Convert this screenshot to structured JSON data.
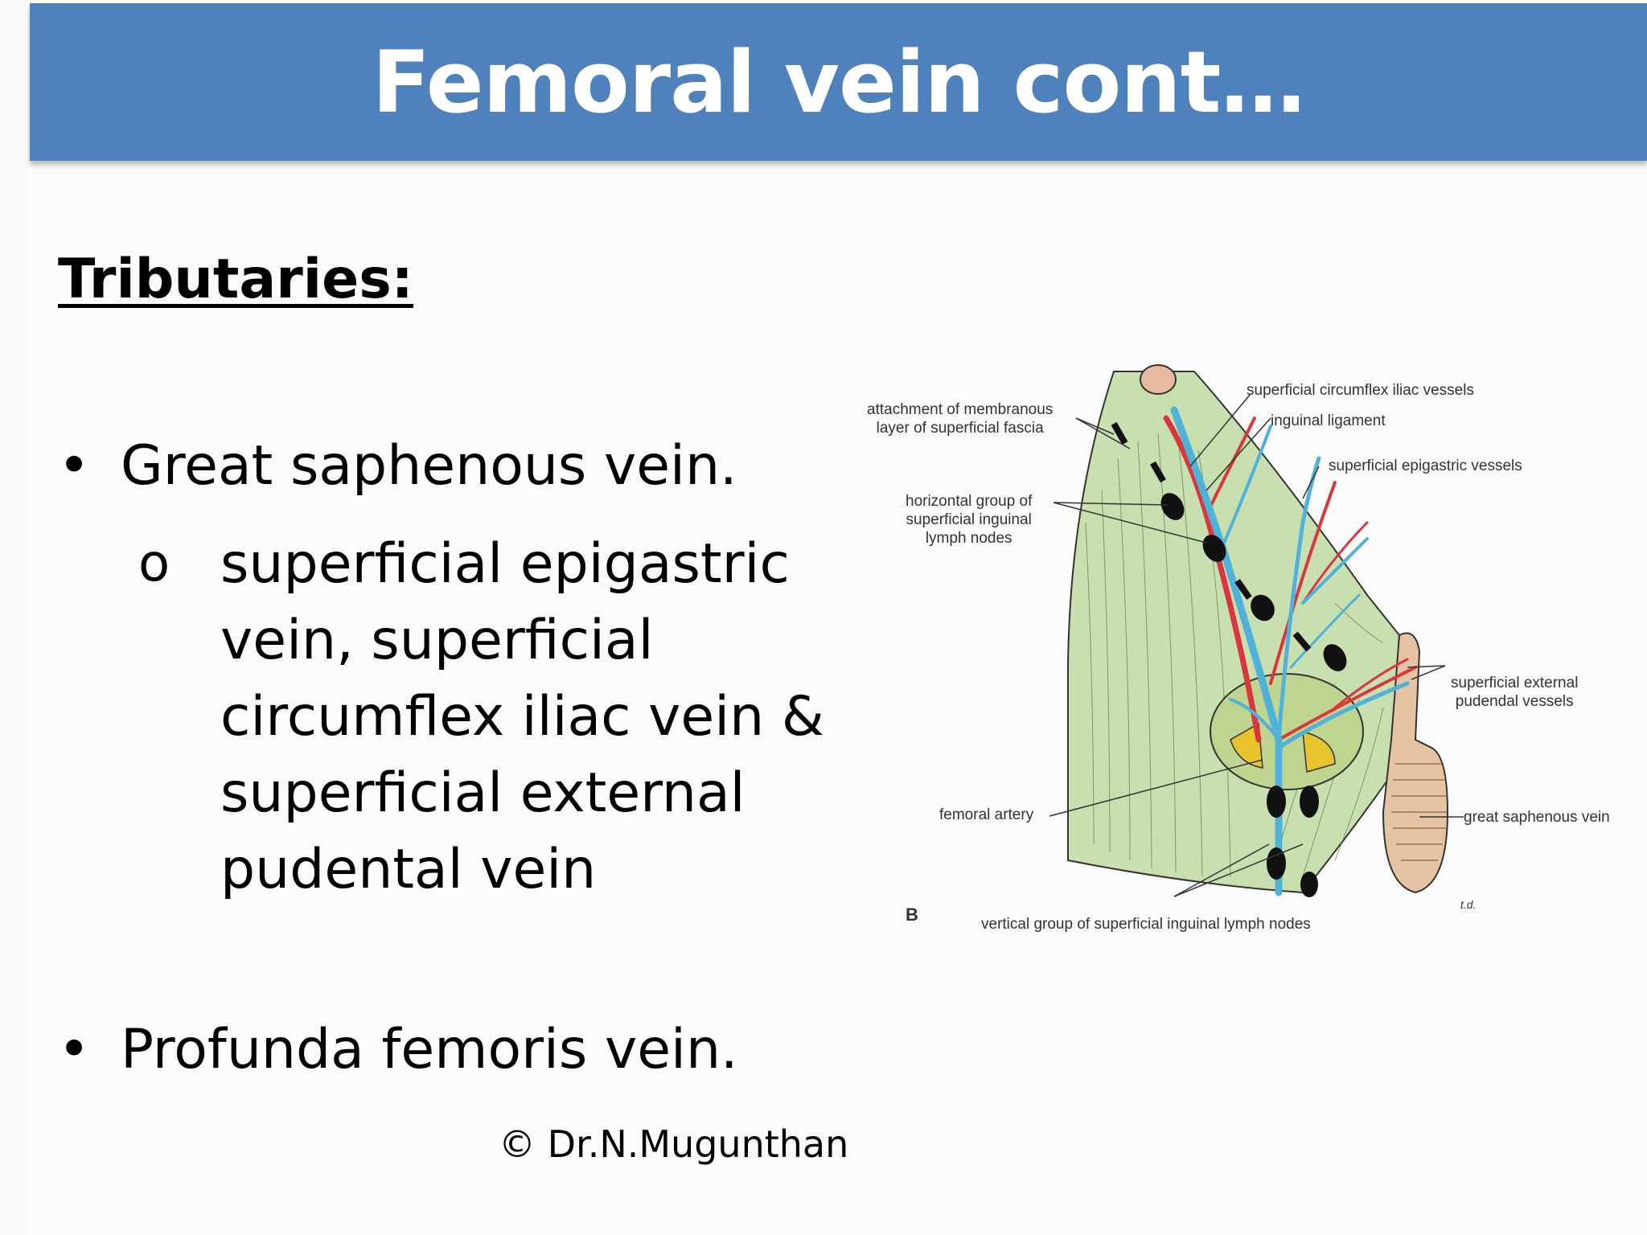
{
  "slide": {
    "title": "Femoral vein cont…",
    "heading": "Tributaries:",
    "bullets": [
      {
        "text": "Great saphenous vein.",
        "sub": " superficial epigastric vein, superficial circumflex iliac vein & superficial external pudental vein"
      },
      {
        "text": "Profunda femoris vein."
      }
    ],
    "copyright": "© Dr.N.Mugunthan"
  },
  "figure": {
    "panel_letter": "B",
    "signature": "t.d.",
    "labels": {
      "attachment": "attachment of membranous\nlayer of superficial fascia",
      "circumflex": "superficial circumflex iliac vessels",
      "inguinal_ligament": "inguinal ligament",
      "epigastric": "superficial epigastric vessels",
      "horizontal": "horizontal group of\nsuperficial inguinal\nlymph nodes",
      "pudendal": "superficial external\npudendal vessels",
      "femoral_artery": "femoral artery",
      "great_saphenous": "great saphenous vein",
      "vertical": "vertical group of superficial inguinal lymph nodes"
    }
  },
  "colors": {
    "title_bar": "#4f81bd",
    "vein": "#4fb3d9",
    "artery": "#d9363e",
    "fascia": "#c8dfb0",
    "lymph_node": "#111111"
  }
}
